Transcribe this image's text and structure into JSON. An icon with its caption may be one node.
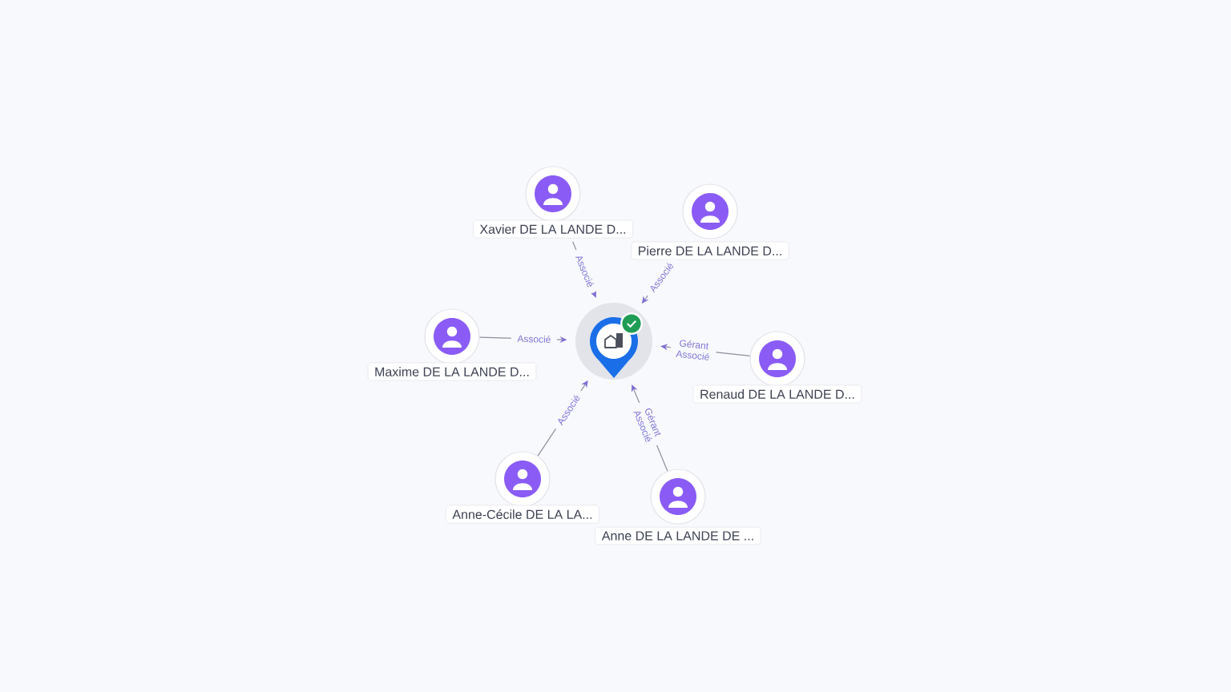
{
  "diagram": {
    "nodes": [
      {
        "text": [
          "Xavier DE LA LANDE D..."
        ]
      },
      {
        "text": [
          "Pierre DE LA LANDE D..."
        ]
      },
      {
        "text": [
          "Maxime DE LA LANDE D..."
        ]
      },
      {
        "text": [],
        "shape": "pin"
      },
      {
        "text": [
          "Renaud DE LA LANDE D..."
        ]
      },
      {
        "text": [
          "Anne-Cécile DE LA LA..."
        ]
      },
      {
        "text": [
          "Anne DE LA LANDE DE ..."
        ]
      }
    ],
    "edges": [
      {
        "from": 0,
        "to": 3,
        "arrow": "to",
        "label": "Associé"
      },
      {
        "from": 1,
        "to": 3,
        "arrow": "to",
        "label": "Associé"
      },
      {
        "from": 2,
        "to": 3,
        "arrow": "to",
        "label": "Associé"
      },
      {
        "from": 4,
        "to": 3,
        "arrow": "to",
        "label": "Gérant Associé"
      },
      {
        "from": 5,
        "to": 3,
        "arrow": "to",
        "label": "Associé"
      },
      {
        "from": 6,
        "to": 3,
        "arrow": "to",
        "label": "Gérant Associé"
      }
    ]
  }
}
